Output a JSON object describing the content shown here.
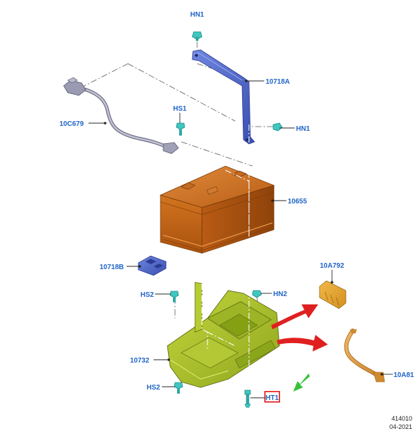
{
  "labels": {
    "hn1_top": "HN1",
    "part_10718a": "10718A",
    "hs1": "HS1",
    "part_10c679": "10C679",
    "hn1_right": "HN1",
    "part_10655": "10655",
    "part_10718b": "10718B",
    "part_10a792": "10A792",
    "hs2_top": "HS2",
    "hn2": "HN2",
    "part_10732": "10732",
    "hs2_bottom": "HS2",
    "part_10a81": "10A81",
    "ht1": "HT1"
  },
  "footer": {
    "code": "414010",
    "date": "04-2021"
  },
  "colors": {
    "label_blue": "#1e63c8",
    "battery_orange": "#cf6f1c",
    "bracket_blue": "#4a63c7",
    "tray_green": "#a9c22c",
    "fastener_teal": "#3fc7c0",
    "arrow_red": "#e02020",
    "arrow_green": "#38c23a",
    "highlight_red": "#e01010"
  }
}
